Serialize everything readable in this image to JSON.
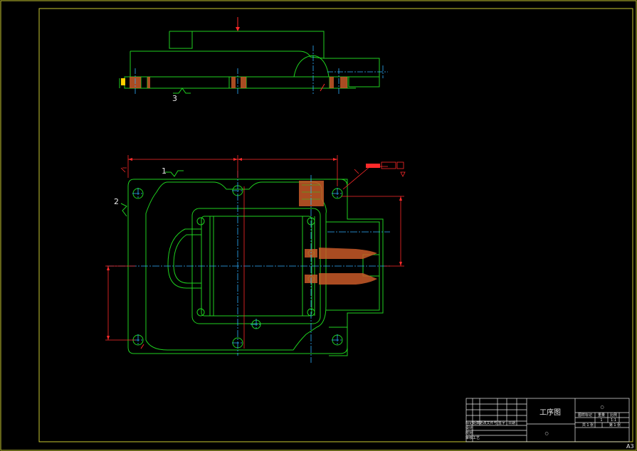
{
  "drawing": {
    "sheet_size": "A3",
    "title": "工序图",
    "annotations": {
      "top_view_marker": "3",
      "front_marker_1": "1",
      "front_marker_2": "2"
    },
    "title_block": {
      "symbol_top": "○",
      "symbol_bottom": "○",
      "right_headers": [
        "图样标记",
        "重量",
        "比例"
      ],
      "right_values": [
        "",
        "1",
        "1:1"
      ],
      "sheet_row": [
        "共 1 张",
        "第 1 张"
      ],
      "left_header_row": [
        "标记",
        "处数",
        "更改文件号",
        "签字",
        "日期"
      ],
      "left_rows": [
        "设计",
        "校对",
        "审核",
        "工艺"
      ]
    },
    "colors": {
      "background": "#000000",
      "border": "#c8c832",
      "outline": "#1fd11f",
      "center_line": "#2fb0ff",
      "dimension": "#ff2a2a",
      "hatch": "#c85a28",
      "text": "#e8e8e8"
    }
  }
}
